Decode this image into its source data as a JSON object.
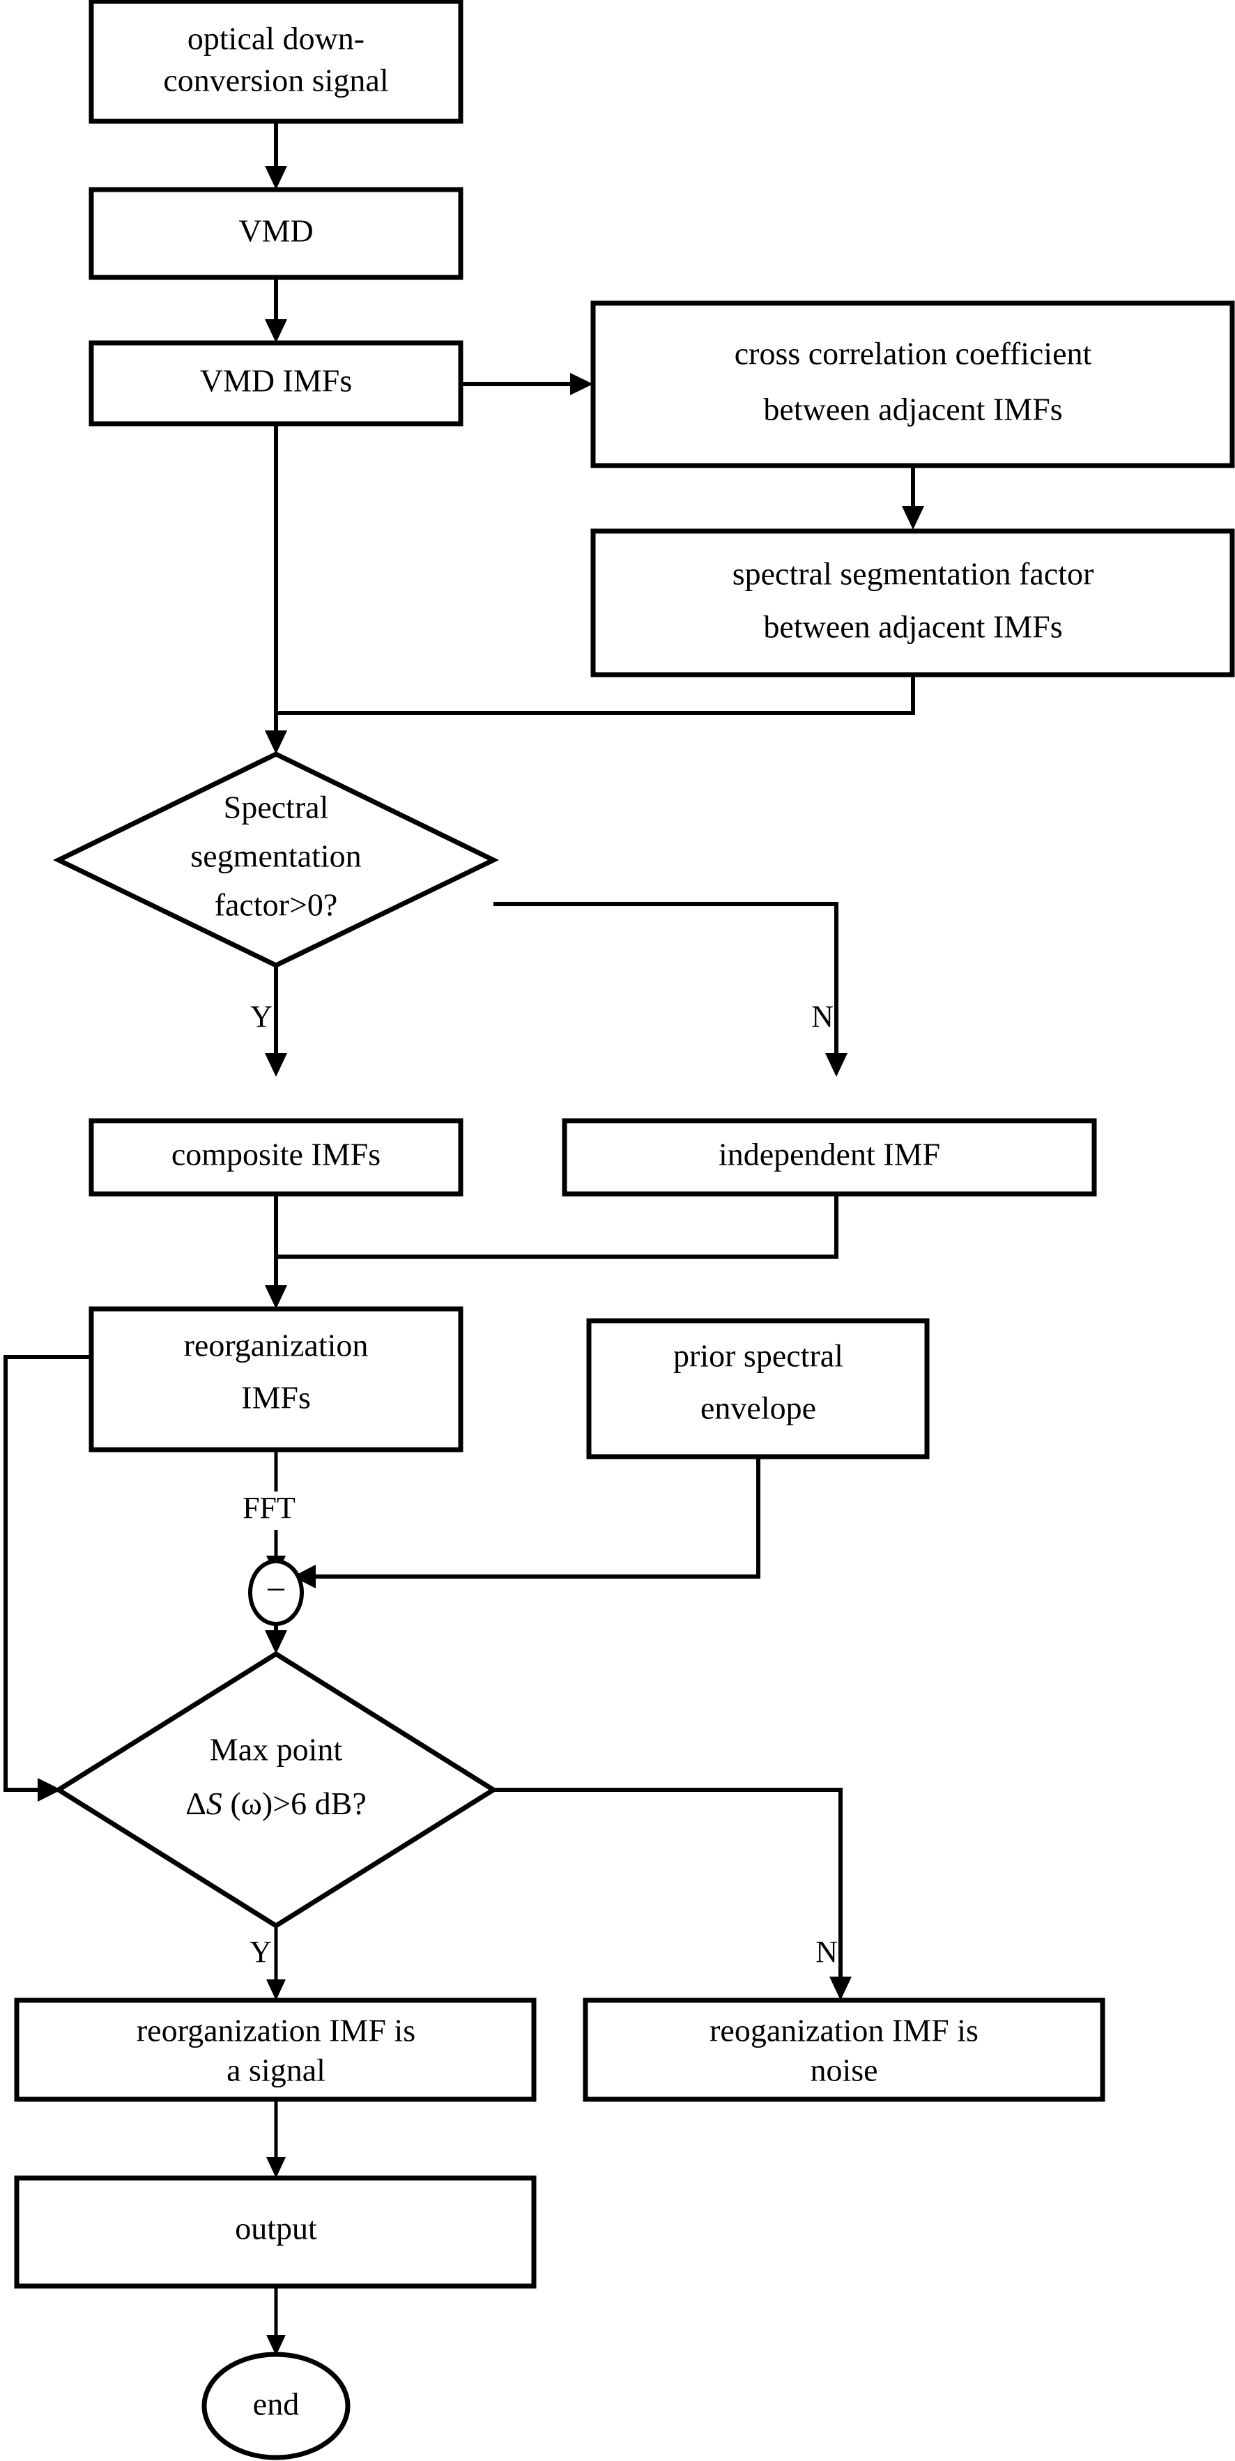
{
  "diagram": {
    "title": "optical down-conversion signal VMD IMF denoising flowchart",
    "colors": {
      "line": "#000000",
      "fill": "#ffffff",
      "text": "#000000"
    },
    "nodes": {
      "start_signal": {
        "shape": "rect",
        "line1": "optical down-",
        "line2": "conversion signal"
      },
      "vmd": {
        "shape": "rect",
        "line1": "VMD"
      },
      "vmd_imfs": {
        "shape": "rect",
        "line1": "VMD IMFs"
      },
      "cross_corr": {
        "shape": "rect",
        "line1": "cross correlation coefficient",
        "line2": "between adjacent IMFs"
      },
      "spec_seg_factor": {
        "shape": "rect",
        "line1": "spectral segmentation factor",
        "line2": "between adjacent IMFs"
      },
      "decision_factor": {
        "shape": "diamond",
        "line1": "Spectral",
        "line2": "segmentation",
        "line3": "factor>0?"
      },
      "composite_imfs": {
        "shape": "rect",
        "line1": "composite IMFs"
      },
      "independent_imf": {
        "shape": "rect",
        "line1": "independent IMF"
      },
      "reorg_imfs": {
        "shape": "rect",
        "line1": "reorganization",
        "line2": "IMFs"
      },
      "prior_envelope": {
        "shape": "rect",
        "line1": "prior spectral",
        "line2": "envelope"
      },
      "subtract_op": {
        "shape": "circle",
        "symbol": "−"
      },
      "decision_maxpoint": {
        "shape": "diamond",
        "line1": "Max point",
        "line2_pre": "Δ",
        "line2_it": "S",
        "line2_post": " (ω)>6 dB?"
      },
      "imf_signal": {
        "shape": "rect",
        "line1": "reorganization IMF is",
        "line2": "a signal"
      },
      "imf_noise": {
        "shape": "rect",
        "line1": "reoganization IMF is",
        "line2": "noise"
      },
      "output": {
        "shape": "rect",
        "line1": "output"
      },
      "end": {
        "shape": "ellipse",
        "line1": "end"
      }
    },
    "edge_labels": {
      "factor_yes": "Y",
      "factor_no": "N",
      "fft": "FFT",
      "maxpoint_yes": "Y",
      "maxpoint_no": "N"
    }
  }
}
